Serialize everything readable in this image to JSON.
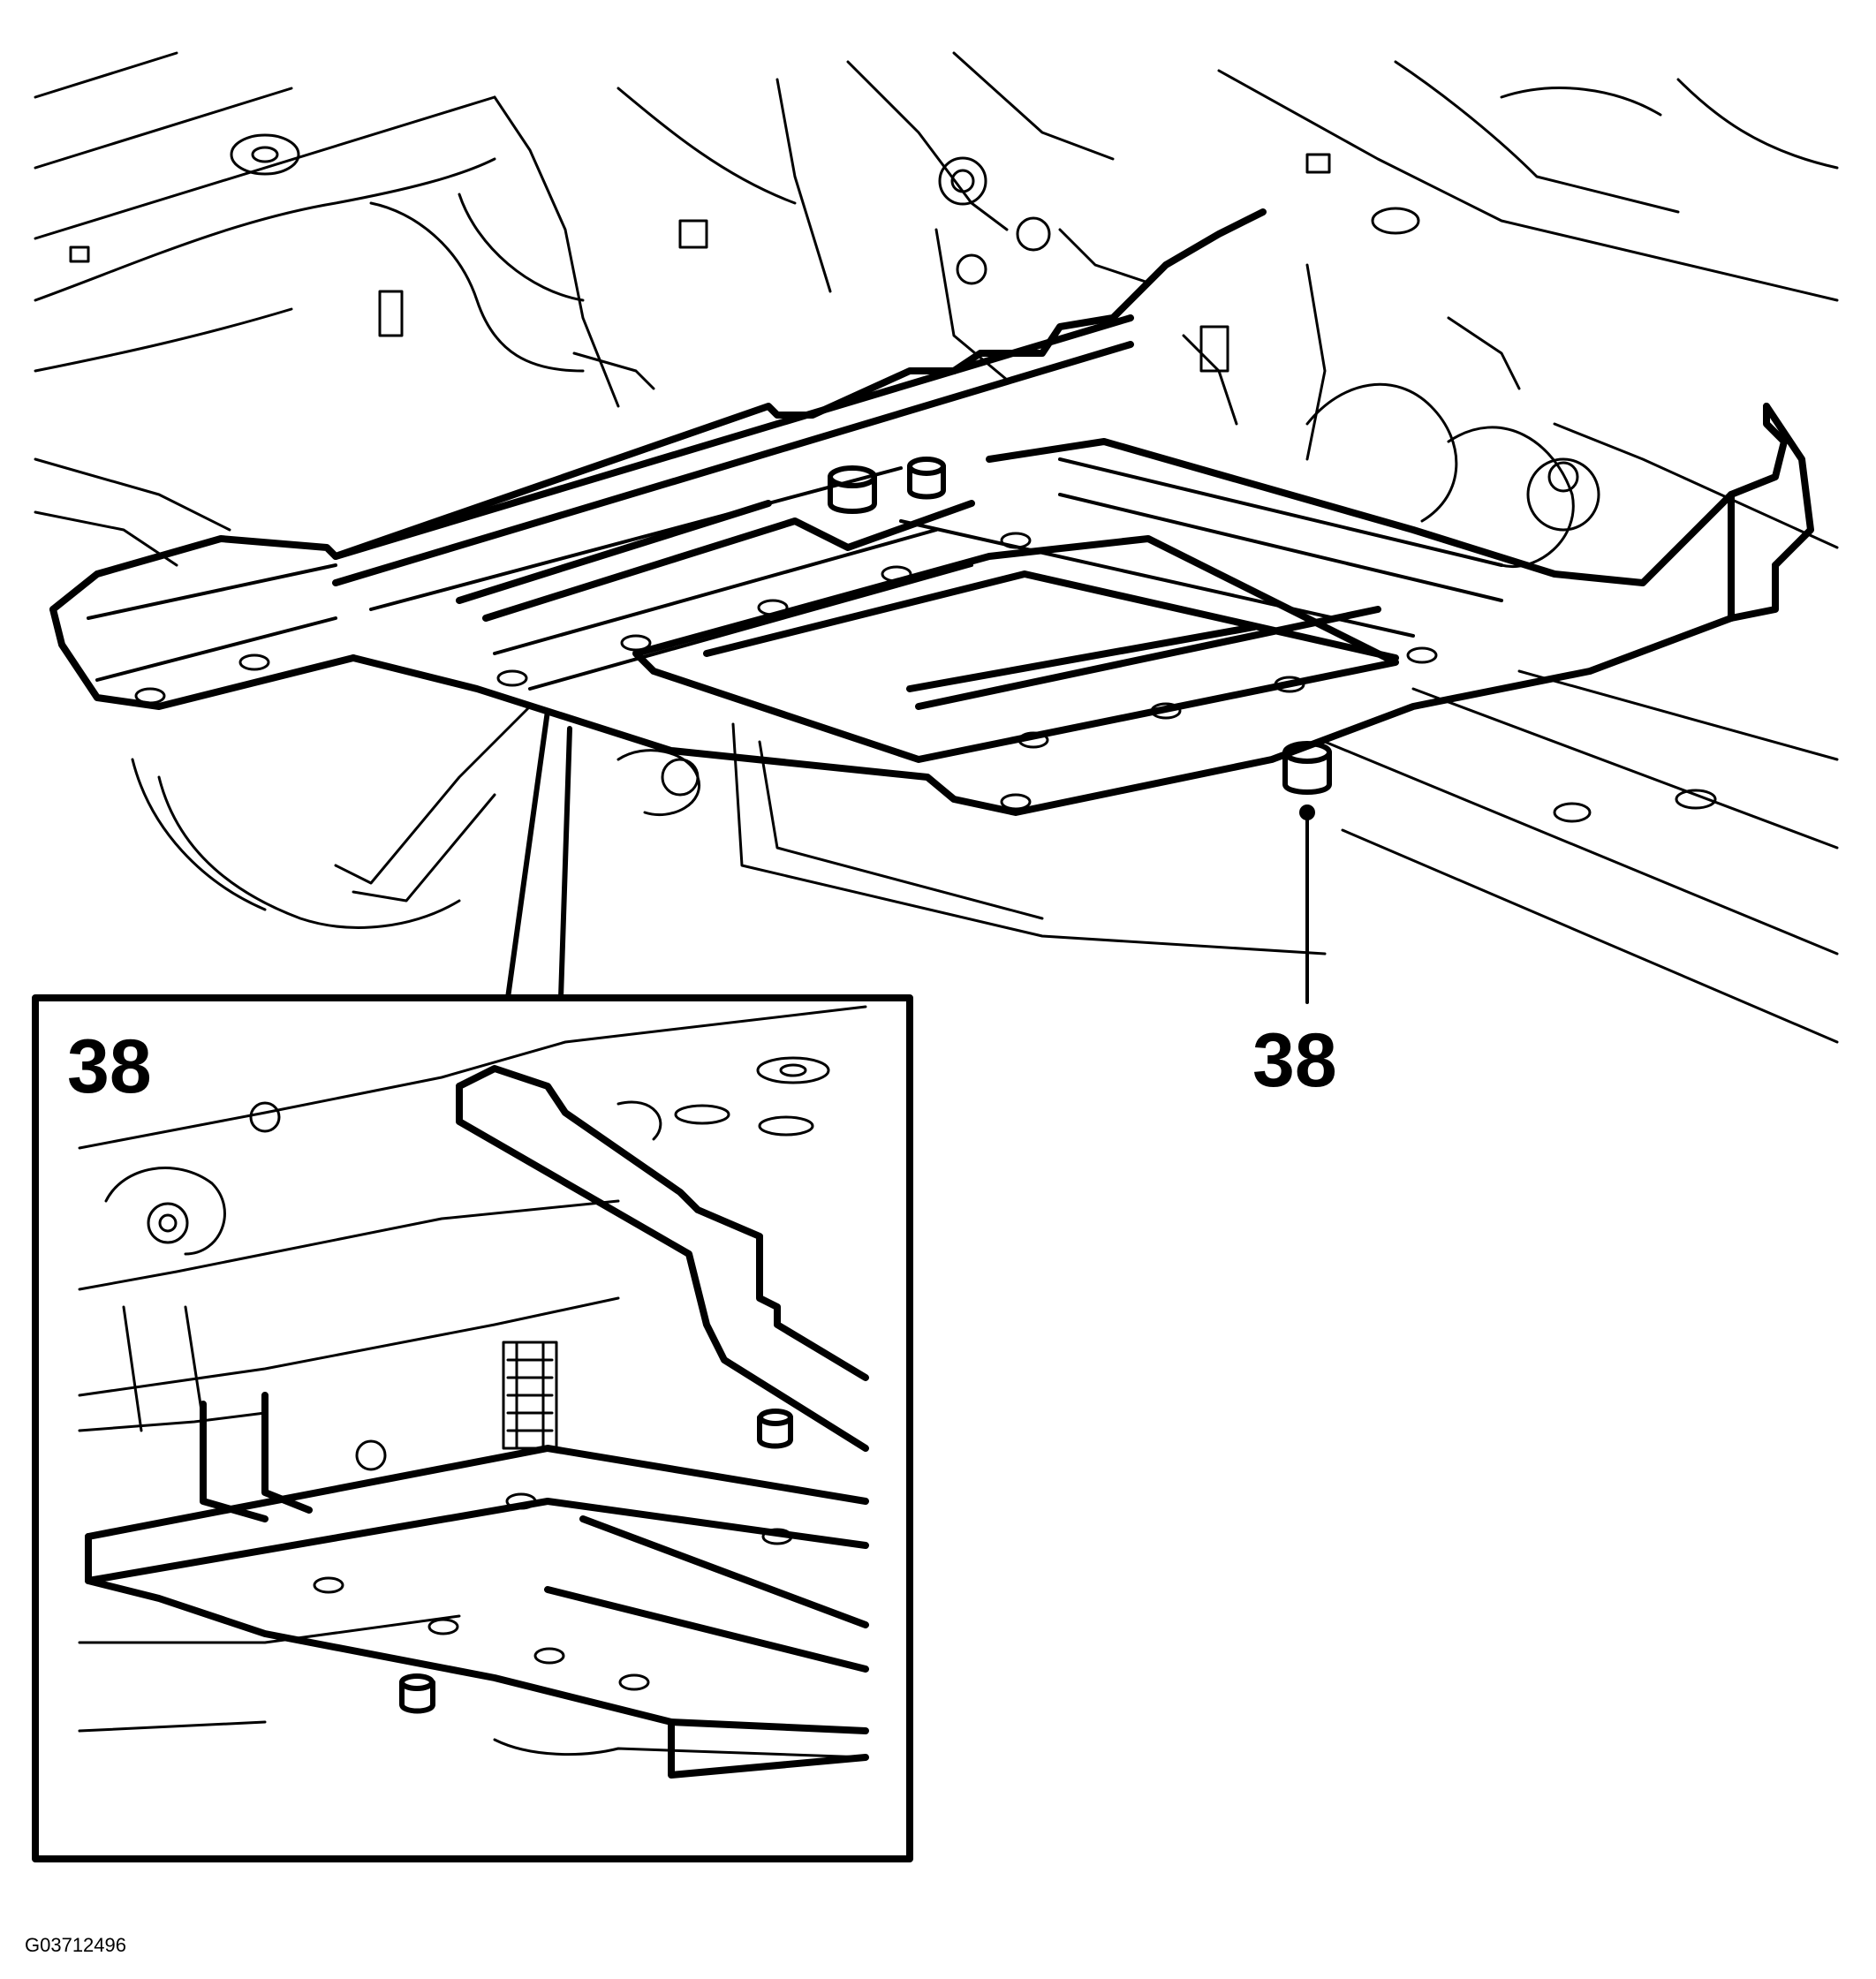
{
  "figure": {
    "callout_main": "38",
    "callout_inset": "38",
    "figure_id": "G03712496",
    "line_color": "#000000",
    "background": "#ffffff"
  }
}
